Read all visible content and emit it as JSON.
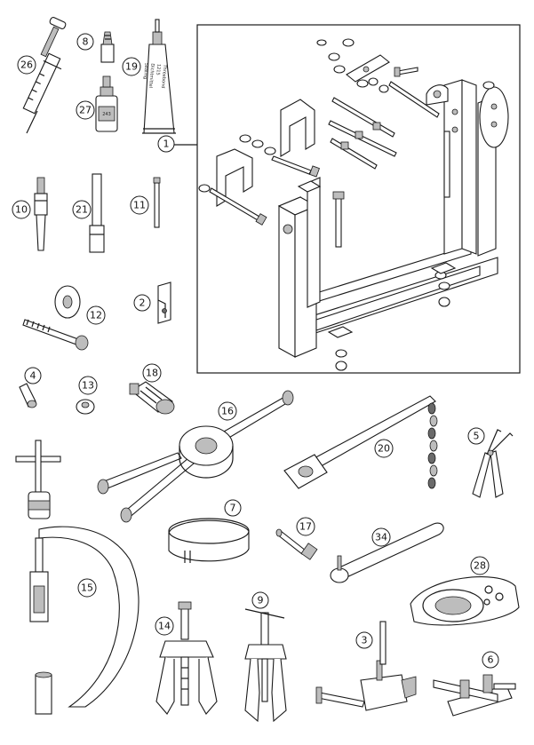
{
  "diagram": {
    "parts": [
      {
        "key": "p26",
        "number": "26",
        "name": "syringe"
      },
      {
        "key": "p8",
        "number": "8",
        "name": "small bottle"
      },
      {
        "key": "p19",
        "number": "19",
        "name": "tube"
      },
      {
        "key": "p27",
        "number": "27",
        "name": "bottle"
      },
      {
        "key": "p1",
        "number": "1",
        "name": "engine holding fixture"
      },
      {
        "key": "p10",
        "number": "10",
        "name": "puller"
      },
      {
        "key": "p21",
        "number": "21",
        "name": "mandrel"
      },
      {
        "key": "p11",
        "number": "11",
        "name": "pin"
      },
      {
        "key": "p12",
        "number": "12",
        "name": "bolt with washer"
      },
      {
        "key": "p2",
        "number": "2",
        "name": "bracket"
      },
      {
        "key": "p4",
        "number": "4",
        "name": "cone"
      },
      {
        "key": "p13",
        "number": "13",
        "name": "nut"
      },
      {
        "key": "p18",
        "number": "18",
        "name": "puller adapter"
      },
      {
        "key": "p16",
        "number": "16",
        "name": "holding wrench"
      },
      {
        "key": "p20",
        "number": "20",
        "name": "chain wrench"
      },
      {
        "key": "p5",
        "number": "5",
        "name": "circlip pliers"
      },
      {
        "key": "p15",
        "number": "15",
        "name": "valve spring compressor"
      },
      {
        "key": "p7",
        "number": "7",
        "name": "piston ring clamp"
      },
      {
        "key": "p17",
        "number": "17",
        "name": "bolt"
      },
      {
        "key": "p34",
        "number": "34",
        "name": "pin wrench"
      },
      {
        "key": "p28",
        "number": "28",
        "name": "plate"
      },
      {
        "key": "p14",
        "number": "14",
        "name": "puller"
      },
      {
        "key": "p9",
        "number": "9",
        "name": "puller"
      },
      {
        "key": "p3",
        "number": "3",
        "name": "chain breaker"
      },
      {
        "key": "p6",
        "number": "6",
        "name": "press tool"
      }
    ],
    "tube_labels": {
      "line1": "Threebond",
      "line2": "1215",
      "line3": "Dichtmittel",
      "line4": "Sealing"
    },
    "bottle_labels": {
      "p8": "",
      "p27": "243"
    },
    "colors": {
      "line": "#1a1a1a",
      "shade": "#bdbdbd",
      "dark": "#6a6a6a",
      "background": "#ffffff"
    }
  },
  "p26": "26",
  "p8": "8",
  "p19": "19",
  "p27": "27",
  "p1": "1",
  "p10": "10",
  "p21": "21",
  "p11": "11",
  "p12": "12",
  "p2": "2",
  "p4": "4",
  "p13": "13",
  "p18": "18",
  "p16": "16",
  "p20": "20",
  "p5": "5",
  "p15": "15",
  "p7": "7",
  "p17": "17",
  "p34": "34",
  "p28": "28",
  "p14": "14",
  "p9": "9",
  "p3": "3",
  "p6": "6"
}
